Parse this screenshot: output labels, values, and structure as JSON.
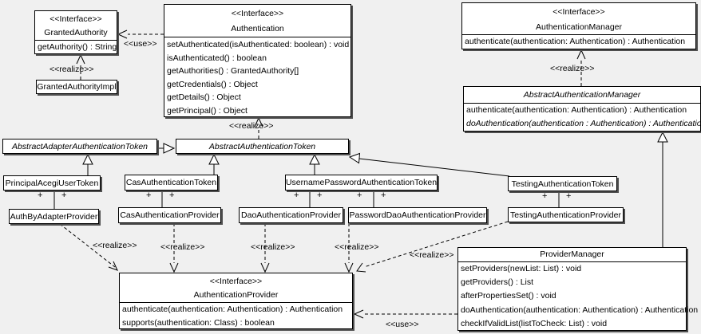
{
  "diagram": {
    "colors": {
      "background": "#f0f0f0",
      "node_fill": "#ffffff",
      "line": "#000000",
      "shadow": "#4f4f4f"
    },
    "labels": {
      "realize": "<<realize>>",
      "use": "<<use>>",
      "plus": "+"
    },
    "classes": {
      "granted_authority": {
        "stereotype": "<<Interface>>",
        "name": "GrantedAuthority",
        "methods": [
          "getAuthority() : String"
        ]
      },
      "granted_authority_impl": {
        "name": "GrantedAuthorityImpl"
      },
      "authentication": {
        "stereotype": "<<Interface>>",
        "name": "Authentication",
        "methods": [
          "setAuthenticated(isAuthenticated: boolean) : void",
          "isAuthenticated() : boolean",
          "getAuthorities() : GrantedAuthority[]",
          "getCredentials() : Object",
          "getDetails() : Object",
          "getPrincipal() : Object"
        ]
      },
      "authentication_manager": {
        "stereotype": "<<Interface>>",
        "name": "AuthenticationManager",
        "methods": [
          "authenticate(authentication: Authentication) : Authentication"
        ]
      },
      "abstract_authentication_manager": {
        "name": "AbstractAuthenticationManager",
        "methods": [
          "authenticate(authentication: Authentication) : Authentication",
          "doAuthentication(authentication : Authentication) : Authentication"
        ]
      },
      "abstract_adapter_authentication_token": {
        "name": "AbstractAdapterAuthenticationToken"
      },
      "abstract_authentication_token": {
        "name": "AbstractAuthenticationToken"
      },
      "principal_acegi_user_token": {
        "name": "PrincipalAcegiUserToken"
      },
      "cas_authentication_token": {
        "name": "CasAuthenticationToken"
      },
      "username_password_authentication_token": {
        "name": "UsernamePasswordAuthenticationToken"
      },
      "testing_authentication_token": {
        "name": "TestingAuthenticationToken"
      },
      "auth_by_adapter_provider": {
        "name": "AuthByAdapterProvider"
      },
      "cas_authentication_provider": {
        "name": "CasAuthenticationProvider"
      },
      "dao_authentication_provider": {
        "name": "DaoAuthenticationProvider"
      },
      "password_dao_authentication_provider": {
        "name": "PasswordDaoAuthenticationProvider"
      },
      "testing_authentication_provider": {
        "name": "TestingAuthenticationProvider"
      },
      "authentication_provider": {
        "stereotype": "<<Interface>>",
        "name": "AuthenticationProvider",
        "methods": [
          "authenticate(authentication: Authentication) : Authentication",
          "supports(authentication: Class) : boolean"
        ]
      },
      "provider_manager": {
        "name": "ProviderManager",
        "methods": [
          "setProviders(newList: List) : void",
          "getProviders() : List",
          "afterPropertiesSet() : void",
          "doAuthentication(authentication: Authentication) : Authentication",
          "checkIfValidList(listToCheck: List) : void"
        ]
      }
    }
  }
}
